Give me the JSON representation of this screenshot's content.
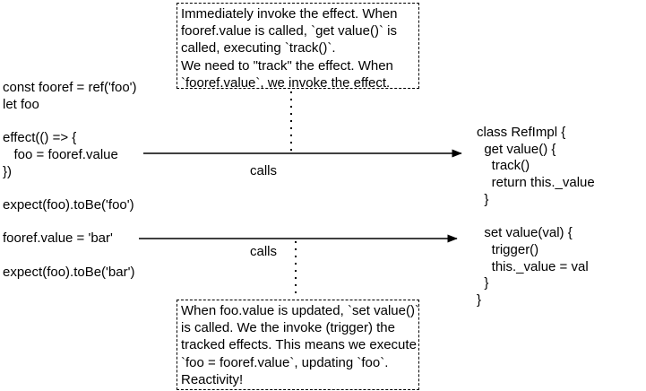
{
  "canvas": {
    "background": "#ffffff",
    "stroke_color": "#000000",
    "text_color": "#000000"
  },
  "code": {
    "left": {
      "text": "const fooref = ref('foo')\nlet foo\n\neffect(() => {\n   foo = fooref.value\n})\n\nexpect(foo).toBe('foo')\n\nfooref.value = 'bar'\n\nexpect(foo).toBe('bar')"
    },
    "right": {
      "text": "class RefImpl {\n  get value() {\n    track()\n    return this._value\n  }\n\n  set value(val) {\n    trigger()\n    this._value = val\n  }\n}"
    }
  },
  "notes": {
    "top": {
      "text": "Immediately invoke the effect. When\nfooref.value is called, `get value()` is\ncalled, executing `track()`.\nWe need to \"track\" the effect. When\n`fooref.value`, we invoke the effect."
    },
    "bottom": {
      "text": "When foo.value is updated, `set value()`\nis called. We the invoke (trigger) the\ntracked effects. This means we execute\n`foo = fooref.value`, updating `foo`.\nReactivity!"
    }
  },
  "connections": [
    {
      "label": "calls"
    },
    {
      "label": "calls"
    }
  ]
}
